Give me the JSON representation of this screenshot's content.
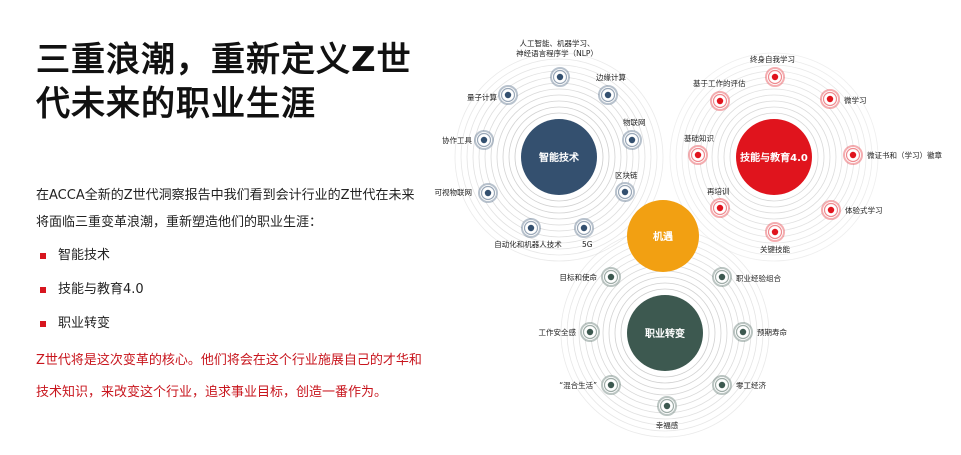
{
  "title": "三重浪潮，重新定义Z世代未来的职业生涯",
  "intro": "在ACCA全新的Z世代洞察报告中我们看到会计行业的Z世代在未来将面临三重变革浪潮，重新塑造他们的职业生涯：",
  "bullets": [
    "智能技术",
    "技能与教育4.0",
    "职业转变"
  ],
  "highlight": "Z世代将是这次变革的核心。他们将会在这个行业施展自己的才华和技术知识，来改变这个行业，追求事业目标，创造一番作为。",
  "colors": {
    "tech": "#34506f",
    "skills": "#e0141d",
    "career": "#3d5950",
    "opportunity": "#f2a012",
    "accent_text": "#c8151d"
  },
  "diagram": {
    "center_label": "机遇",
    "clusters": [
      {
        "id": "tech",
        "label": "智能技术",
        "nodes": [
          "人工智能、机器学习、神经语言程序学（NLP）",
          "边缘计算",
          "物联网",
          "区块链",
          "5G",
          "自动化和机器人技术",
          "可视物联网",
          "协作工具",
          "量子计算"
        ]
      },
      {
        "id": "skills",
        "label": "技能与教育4.0",
        "nodes": [
          "终身自我学习",
          "微学习",
          "微证书和（学习）徽章",
          "体验式学习",
          "关键技能",
          "再培训",
          "基础知识",
          "基于工作的评估"
        ]
      },
      {
        "id": "career",
        "label": "职业转变",
        "nodes": [
          "职业经验组合",
          "预期寿命",
          "零工经济",
          "幸福感",
          "“混合生活”",
          "工作安全感",
          "目标和使命"
        ]
      }
    ]
  }
}
